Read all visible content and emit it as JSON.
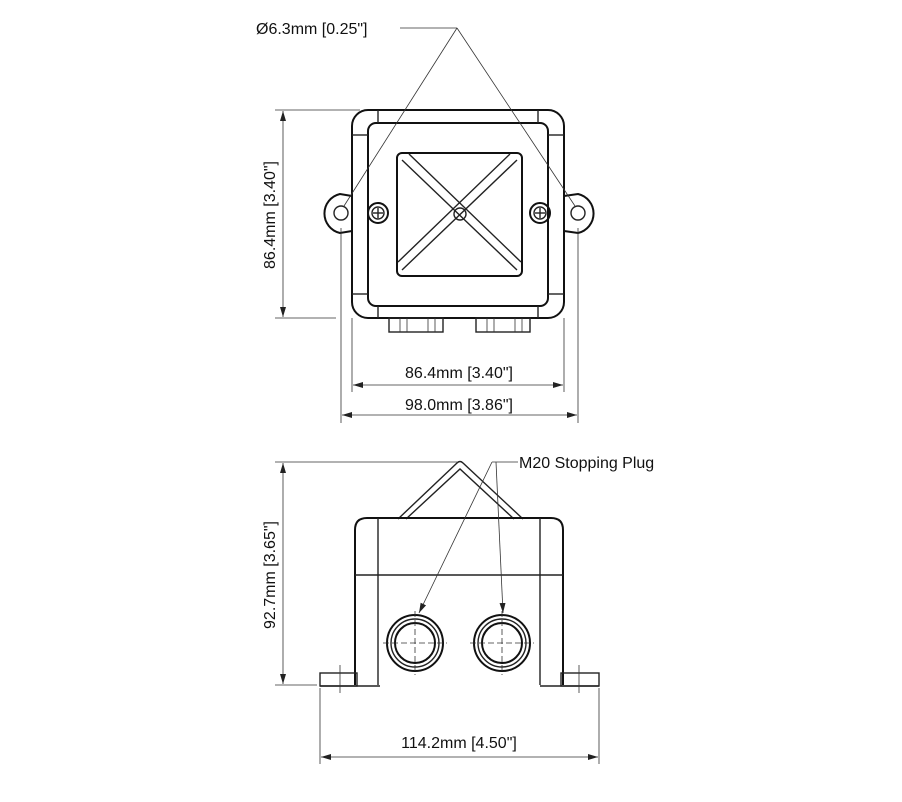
{
  "top_view": {
    "hole_label": "Ø6.3mm [0.25\"]",
    "height_label": "86.4mm [3.40\"]",
    "body_width_label": "86.4mm [3.40\"]",
    "overall_width_label": "98.0mm [3.86\"]"
  },
  "front_view": {
    "plug_label": "M20 Stopping Plug",
    "height_label": "92.7mm [3.65\"]",
    "width_label": "114.2mm [4.50\"]"
  }
}
